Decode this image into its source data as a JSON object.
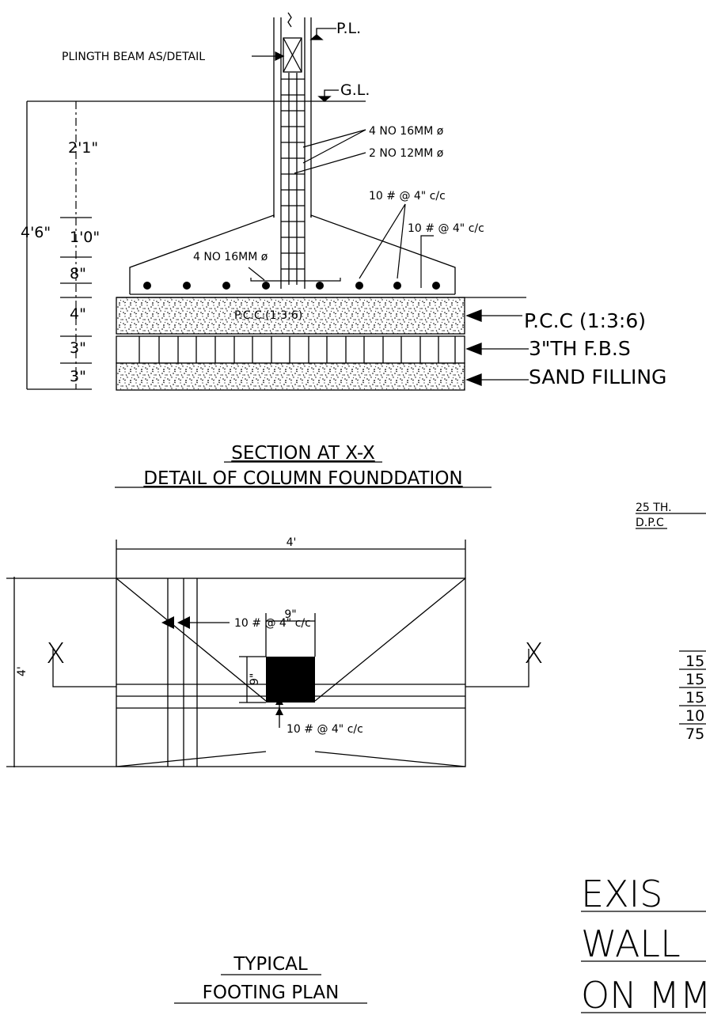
{
  "section": {
    "plinth_label": "PLINGTH BEAM AS/DETAIL",
    "pl_label": "P.L.",
    "gl_label": "G.L.",
    "bar1_label": "4 NO 16MM ø",
    "bar2_label": "2 NO 12MM ø",
    "bar3_label": "10 # @ 4\" c/c",
    "bar4_label": "10 # @ 4\" c/c",
    "bar5_label": "4 NO 16MM ø",
    "pcc_inner_label": "P.C.C.(1:3:6)",
    "dim_total": "4'6\"",
    "dim_a": "2'1\"",
    "dim_b": "1'0\"",
    "dim_c": "8\"",
    "dim_d": "4\"",
    "dim_e": "3\"",
    "dim_f": "3\"",
    "layer1_label": "P.C.C (1:3:6)",
    "layer2_label": "3\"TH F.B.S",
    "layer3_label": "SAND FILLING",
    "title_line1": "SECTION AT X-X",
    "title_line2": "DETAIL OF COLUMN FOUNDDATION"
  },
  "plan": {
    "width_dim": "4'",
    "height_dim": "4'",
    "column_dim_w": "9\"",
    "column_dim_h": "9\"",
    "bar_top_label": "10 # @ 4\" c/c",
    "bar_bottom_label": "10 # @ 4\" c/c",
    "section_mark_left": "X",
    "section_mark_right": "X",
    "title_line1": "TYPICAL",
    "title_line2": "FOOTING PLAN"
  },
  "right_panel": {
    "dpc_line1": "25 TH.",
    "dpc_line2": "D.P.C",
    "dims": [
      "15",
      "15",
      "15",
      "10",
      "75"
    ],
    "big_line1": "EXIS",
    "big_line2": "WALL",
    "big_line3": "ON MM"
  }
}
